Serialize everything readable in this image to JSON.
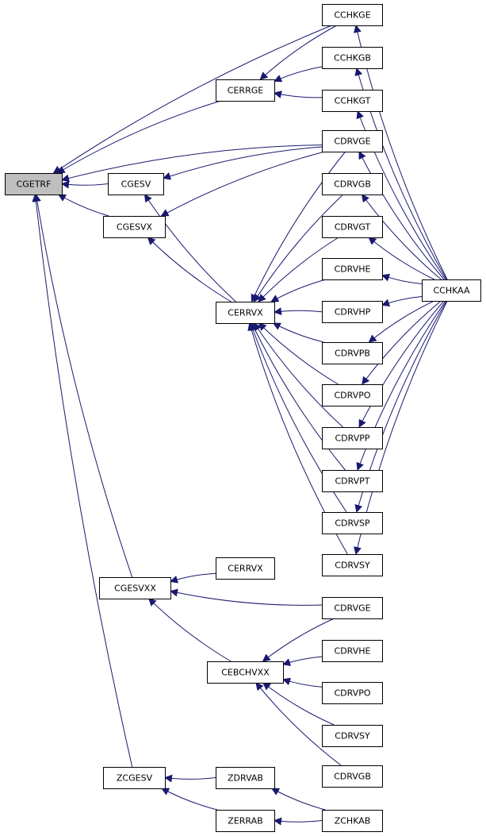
{
  "colors": {
    "edge": "#191970",
    "root_fill": "#bfbfbf",
    "node_fill": "#ffffff",
    "node_border": "#000000"
  },
  "nodes": [
    {
      "id": "n_cgetrf",
      "label": "CGETRF",
      "root": true
    },
    {
      "id": "n_cerrge",
      "label": "CERRGE"
    },
    {
      "id": "n_cgesv",
      "label": "CGESV"
    },
    {
      "id": "n_cgesvx",
      "label": "CGESVX"
    },
    {
      "id": "n_cerrvx",
      "label": "CERRVX"
    },
    {
      "id": "n_cgesvxx",
      "label": "CGESVXX"
    },
    {
      "id": "n_cerrvx2",
      "label": "CERRVX"
    },
    {
      "id": "n_cebchvxx",
      "label": "CEBCHVXX"
    },
    {
      "id": "n_zcgesv",
      "label": "ZCGESV"
    },
    {
      "id": "n_zdrvab",
      "label": "ZDRVAB"
    },
    {
      "id": "n_zerrab",
      "label": "ZERRAB"
    },
    {
      "id": "n_cchkge",
      "label": "CCHKGE"
    },
    {
      "id": "n_cchkgb",
      "label": "CCHKGB"
    },
    {
      "id": "n_cchkgt",
      "label": "CCHKGT"
    },
    {
      "id": "n_cdrvge",
      "label": "CDRVGE"
    },
    {
      "id": "n_cdrvgb",
      "label": "CDRVGB"
    },
    {
      "id": "n_cdrvgt",
      "label": "CDRVGT"
    },
    {
      "id": "n_cdrvhe",
      "label": "CDRVHE"
    },
    {
      "id": "n_cdrvhp",
      "label": "CDRVHP"
    },
    {
      "id": "n_cdrvpb",
      "label": "CDRVPB"
    },
    {
      "id": "n_cdrvpo",
      "label": "CDRVPO"
    },
    {
      "id": "n_cdrvpp",
      "label": "CDRVPP"
    },
    {
      "id": "n_cdrvpt",
      "label": "CDRVPT"
    },
    {
      "id": "n_cdrvsp",
      "label": "CDRVSP"
    },
    {
      "id": "n_cdrvsy",
      "label": "CDRVSY"
    },
    {
      "id": "n_cdrvge2",
      "label": "CDRVGE"
    },
    {
      "id": "n_cdrvhe2",
      "label": "CDRVHE"
    },
    {
      "id": "n_cdrvpo2",
      "label": "CDRVPO"
    },
    {
      "id": "n_cdrvsy2",
      "label": "CDRVSY"
    },
    {
      "id": "n_cdrvgb2",
      "label": "CDRVGB"
    },
    {
      "id": "n_zchkab",
      "label": "ZCHKAB"
    },
    {
      "id": "n_cchkaa",
      "label": "CCHKAA"
    }
  ],
  "edges": [
    {
      "from": "n_cerrge",
      "to": "n_cgetrf"
    },
    {
      "from": "n_cgesv",
      "to": "n_cgetrf"
    },
    {
      "from": "n_cgesvx",
      "to": "n_cgetrf"
    },
    {
      "from": "n_cgesvxx",
      "to": "n_cgetrf"
    },
    {
      "from": "n_zcgesv",
      "to": "n_cgetrf"
    },
    {
      "from": "n_cchkge",
      "to": "n_cgetrf"
    },
    {
      "from": "n_cdrvge",
      "to": "n_cgetrf"
    },
    {
      "from": "n_cchkge",
      "to": "n_cerrge"
    },
    {
      "from": "n_cchkgb",
      "to": "n_cerrge"
    },
    {
      "from": "n_cchkgt",
      "to": "n_cerrge"
    },
    {
      "from": "n_cdrvge",
      "to": "n_cgesv"
    },
    {
      "from": "n_cerrvx",
      "to": "n_cgesv"
    },
    {
      "from": "n_cdrvge",
      "to": "n_cgesvx"
    },
    {
      "from": "n_cerrvx",
      "to": "n_cgesvx"
    },
    {
      "from": "n_cdrvge",
      "to": "n_cerrvx"
    },
    {
      "from": "n_cdrvgb",
      "to": "n_cerrvx"
    },
    {
      "from": "n_cdrvgt",
      "to": "n_cerrvx"
    },
    {
      "from": "n_cdrvhe",
      "to": "n_cerrvx"
    },
    {
      "from": "n_cdrvhp",
      "to": "n_cerrvx"
    },
    {
      "from": "n_cdrvpb",
      "to": "n_cerrvx"
    },
    {
      "from": "n_cdrvpo",
      "to": "n_cerrvx"
    },
    {
      "from": "n_cdrvpp",
      "to": "n_cerrvx"
    },
    {
      "from": "n_cdrvpt",
      "to": "n_cerrvx"
    },
    {
      "from": "n_cdrvsp",
      "to": "n_cerrvx"
    },
    {
      "from": "n_cdrvsy",
      "to": "n_cerrvx"
    },
    {
      "from": "n_cerrvx2",
      "to": "n_cgesvxx"
    },
    {
      "from": "n_cdrvge2",
      "to": "n_cgesvxx"
    },
    {
      "from": "n_cebchvxx",
      "to": "n_cgesvxx"
    },
    {
      "from": "n_cdrvge2",
      "to": "n_cebchvxx"
    },
    {
      "from": "n_cdrvhe2",
      "to": "n_cebchvxx"
    },
    {
      "from": "n_cdrvpo2",
      "to": "n_cebchvxx"
    },
    {
      "from": "n_cdrvsy2",
      "to": "n_cebchvxx"
    },
    {
      "from": "n_cdrvgb2",
      "to": "n_cebchvxx"
    },
    {
      "from": "n_zdrvab",
      "to": "n_zcgesv"
    },
    {
      "from": "n_zerrab",
      "to": "n_zcgesv"
    },
    {
      "from": "n_zchkab",
      "to": "n_zdrvab"
    },
    {
      "from": "n_zchkab",
      "to": "n_zerrab"
    },
    {
      "from": "n_cchkaa",
      "to": "n_cchkge"
    },
    {
      "from": "n_cchkaa",
      "to": "n_cchkgb"
    },
    {
      "from": "n_cchkaa",
      "to": "n_cchkgt"
    },
    {
      "from": "n_cchkaa",
      "to": "n_cdrvge"
    },
    {
      "from": "n_cchkaa",
      "to": "n_cdrvgb"
    },
    {
      "from": "n_cchkaa",
      "to": "n_cdrvgt"
    },
    {
      "from": "n_cchkaa",
      "to": "n_cdrvhe"
    },
    {
      "from": "n_cchkaa",
      "to": "n_cdrvhp"
    },
    {
      "from": "n_cchkaa",
      "to": "n_cdrvpb"
    },
    {
      "from": "n_cchkaa",
      "to": "n_cdrvpo"
    },
    {
      "from": "n_cchkaa",
      "to": "n_cdrvpp"
    },
    {
      "from": "n_cchkaa",
      "to": "n_cdrvpt"
    },
    {
      "from": "n_cchkaa",
      "to": "n_cdrvsp"
    },
    {
      "from": "n_cchkaa",
      "to": "n_cdrvsy"
    }
  ]
}
